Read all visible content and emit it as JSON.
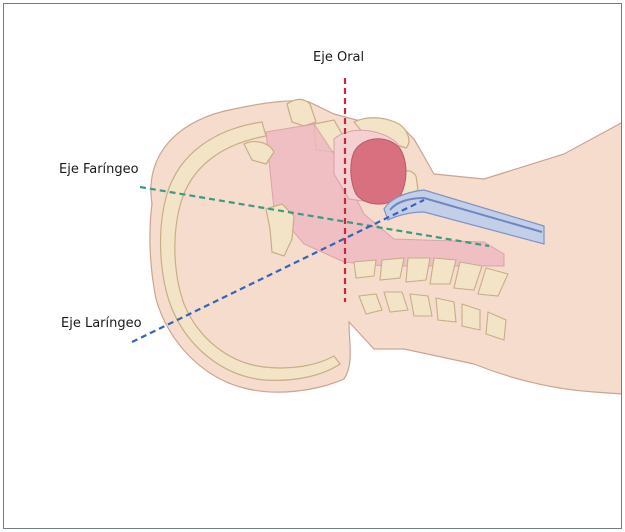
{
  "labels": {
    "oral_axis": "Eje Oral",
    "pharyngeal_axis": "Eje Faríngeo",
    "laryngeal_axis": "Eje Laríngeo"
  },
  "colors": {
    "oral_axis": "#c8283a",
    "pharyngeal_axis": "#3a9a82",
    "laryngeal_axis": "#3565b8",
    "skin": "#f6dccd",
    "skin_outline": "#c9a594",
    "bone": "#f3e4c8",
    "bone_outline": "#c7ae85",
    "airway": "#eebac2",
    "tongue": "#d9707f",
    "tube": "#9fb2d8"
  },
  "icons": {
    "illustration": "head-and-neck-sagittal-section"
  }
}
